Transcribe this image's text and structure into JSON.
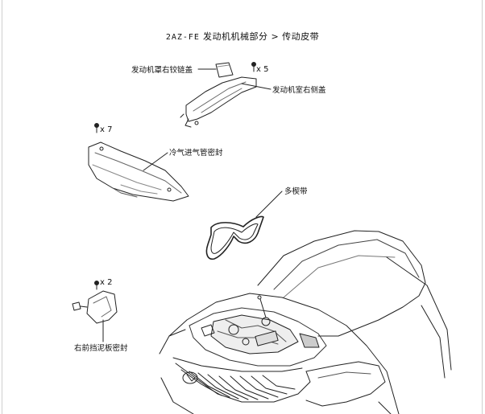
{
  "header": {
    "code": "2AZ-FE",
    "section": "发动机机械部分",
    "separator": ">",
    "topic": "传动皮带"
  },
  "parts": {
    "hinge_cover_label": "发动机罩右铰链盖",
    "side_cover_label": "发动机室右侧盖",
    "intake_seal_label": "冷气进气管密封",
    "belt_label": "多楔带",
    "fender_seal_label": "右前挡泥板密封"
  },
  "fasteners": {
    "side_cover_qty": "x 5",
    "intake_seal_qty": "x 7",
    "fender_seal_qty": "x 2"
  }
}
